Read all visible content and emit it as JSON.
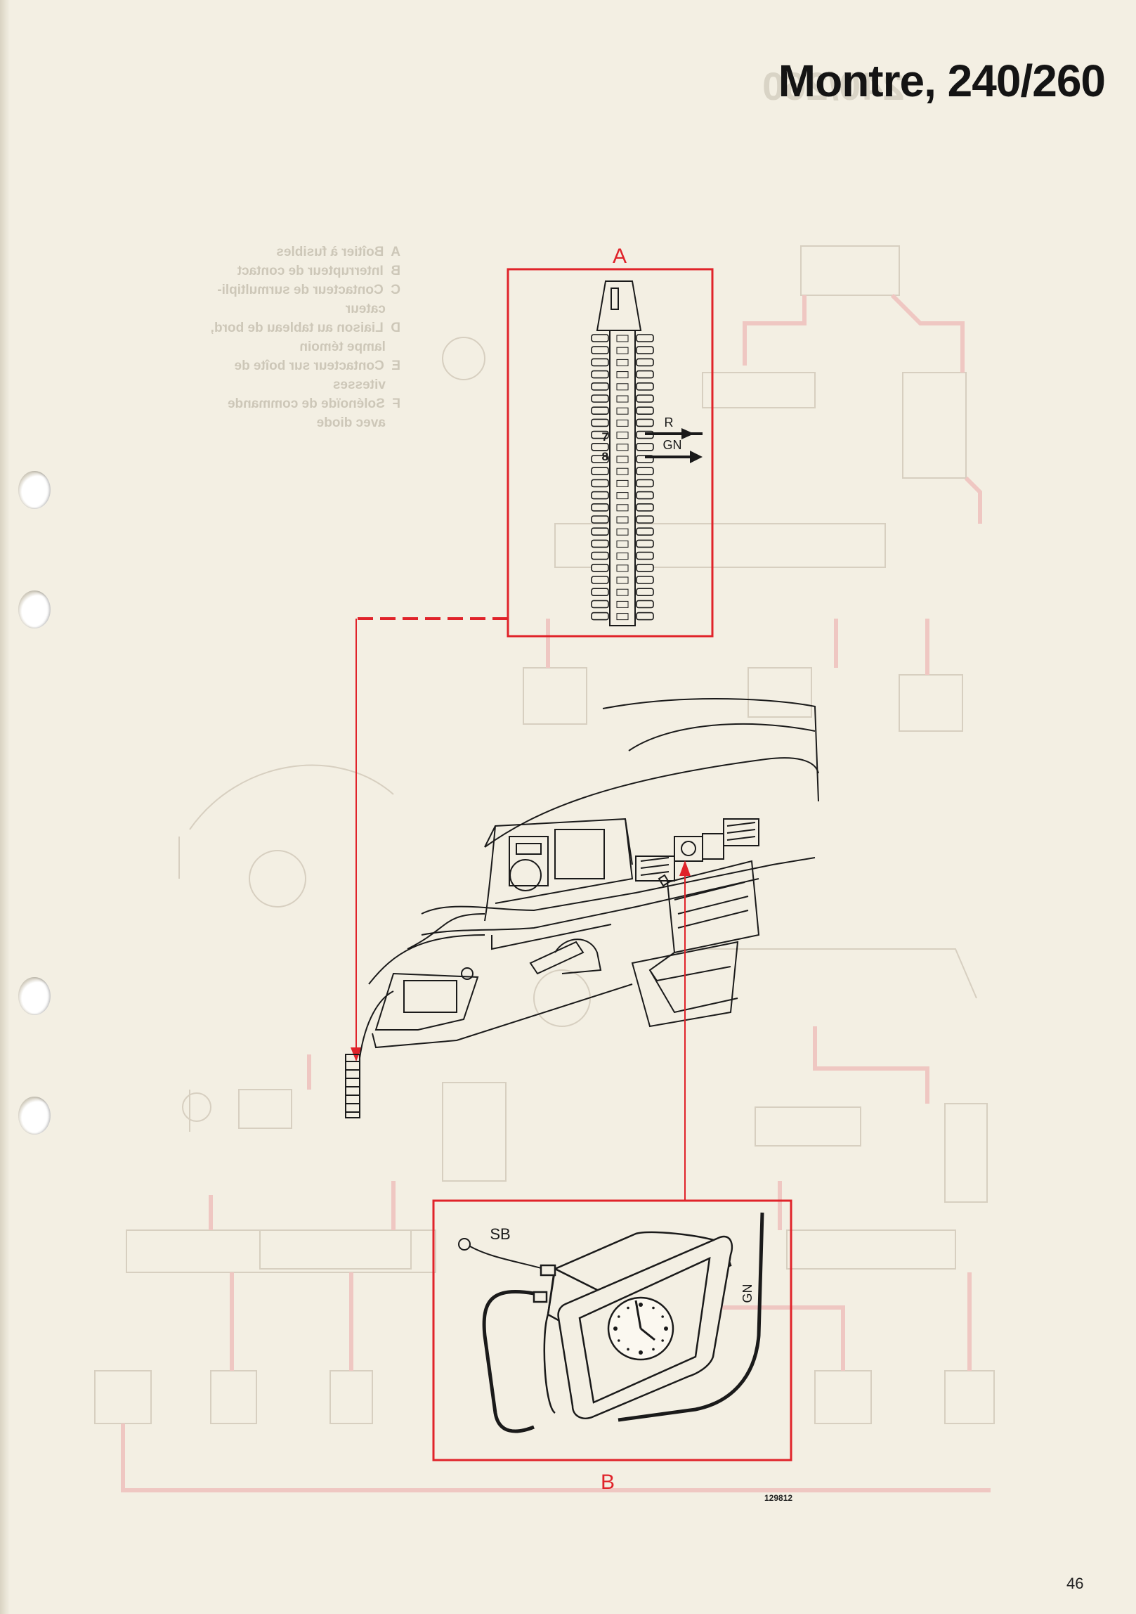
{
  "title": "Montre, 240/260",
  "ghost": {
    "title": "240/260",
    "legend": "A  Boîtier à fusibles\nB  Interrupteur de contact\nC  Contacteur de surmultipli-\n    cateur\nD  Liaison au tableau de bord,\n    lampe témoin\nE  Contacteur sur boîte de\n    vitesses\nF  Solénoïde de commande\n    avec diode"
  },
  "callouts": {
    "a": {
      "label": "A"
    },
    "b": {
      "label": "B"
    }
  },
  "fuse_box": {
    "terminal_7": "7",
    "terminal_8": "8",
    "wire_7": "R",
    "wire_8": "GN"
  },
  "clock": {
    "wire_sb": "SB",
    "wire_gn": "GN"
  },
  "colors": {
    "callout": "#e0232a",
    "ink": "#1a1a1a",
    "ghost": "#d7cfc0",
    "ghost_red": "#efc7c2",
    "paper": "#f3efe3"
  },
  "ref_number": "129812",
  "page_number": "46"
}
